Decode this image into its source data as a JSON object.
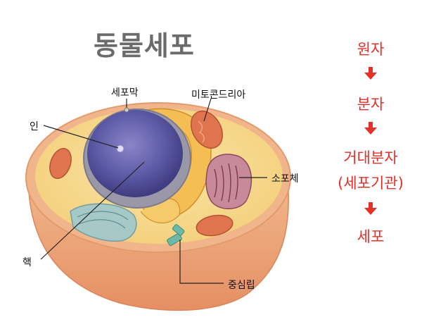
{
  "title": "동물세포",
  "labels": {
    "cell_membrane": "세포막",
    "mitochondria": "미토콘드리아",
    "nucleolus": "인",
    "vesicle": "소포체",
    "nucleus": "핵",
    "centriole": "중심립"
  },
  "hierarchy": {
    "items": [
      "원자",
      "분자",
      "거대분자",
      "(세포기관)",
      "세포"
    ]
  },
  "colors": {
    "title": "#6b6b6b",
    "flow_text": "#e5302a",
    "arrow": "#e5302a",
    "cytoplasm": "#f6d88a",
    "membrane": "#e9a16f",
    "nucleus": "#5d5aa6"
  },
  "icons": [
    "down-arrow-icon"
  ]
}
